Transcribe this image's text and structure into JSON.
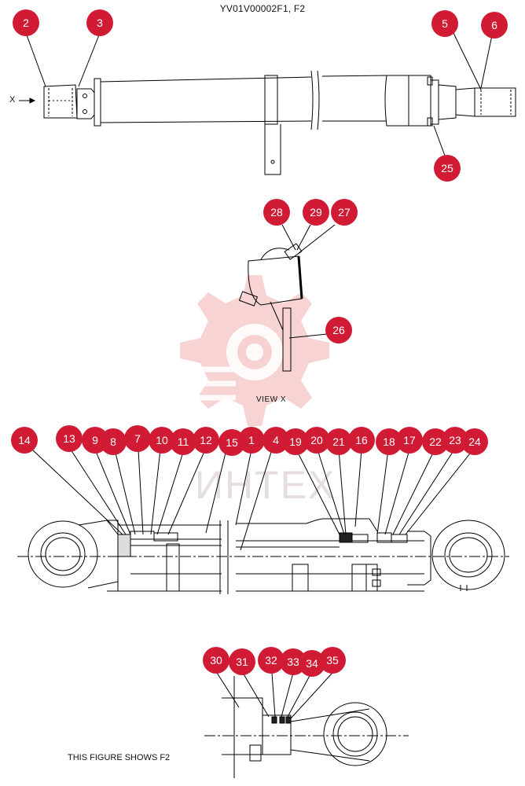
{
  "title": "YV01V00002F1, F2",
  "view_label": "VIEW X",
  "x_label": "X",
  "footer": "THIS FIGURE SHOWS F2",
  "watermark_text": "ИНТЕХ",
  "colors": {
    "callout": "#d11b34",
    "watermark": "#f3b8b8",
    "line": "#000000"
  },
  "callouts": {
    "c2": "2",
    "c3": "3",
    "c5": "5",
    "c6": "6",
    "c25": "25",
    "c28": "28",
    "c29": "29",
    "c27": "27",
    "c26": "26",
    "c14": "14",
    "c13": "13",
    "c9": "9",
    "c8": "8",
    "c7": "7",
    "c10": "10",
    "c11": "11",
    "c12": "12",
    "c15": "15",
    "c1": "1",
    "c4": "4",
    "c19": "19",
    "c20": "20",
    "c21": "21",
    "c16": "16",
    "c18": "18",
    "c17": "17",
    "c22": "22",
    "c23": "23",
    "c24": "24",
    "c30": "30",
    "c31": "31",
    "c32": "32",
    "c33": "33",
    "c34": "34",
    "c35": "35"
  }
}
